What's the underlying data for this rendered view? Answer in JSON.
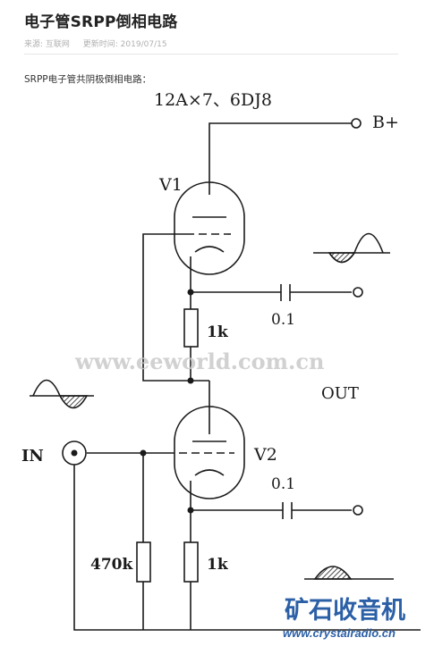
{
  "article": {
    "title": "电子管SRPP倒相电路",
    "source_label": "来源: 互联网",
    "updated_label": "更新时间: 2019/07/15",
    "intro": "SRPP电子管共阴极倒相电路："
  },
  "schematic": {
    "tube_types": "12A×7、6DJ8",
    "supply_label": "B+",
    "tube1_label": "V1",
    "tube2_label": "V2",
    "resistor_mid": "1k",
    "resistor_cathode": "1k",
    "resistor_grid": "470k",
    "cap_top": "0.1",
    "cap_bottom": "0.1",
    "out_label": "OUT",
    "in_label": "IN"
  },
  "watermarks": {
    "center": "www.eeworld.com.cn",
    "brand": "矿石收音机",
    "url": "www.crystalradio.cn"
  },
  "colors": {
    "ink": "#1a1a1a",
    "watermark": "#c9c9c9",
    "brand_blue": "#2b5fa6"
  }
}
